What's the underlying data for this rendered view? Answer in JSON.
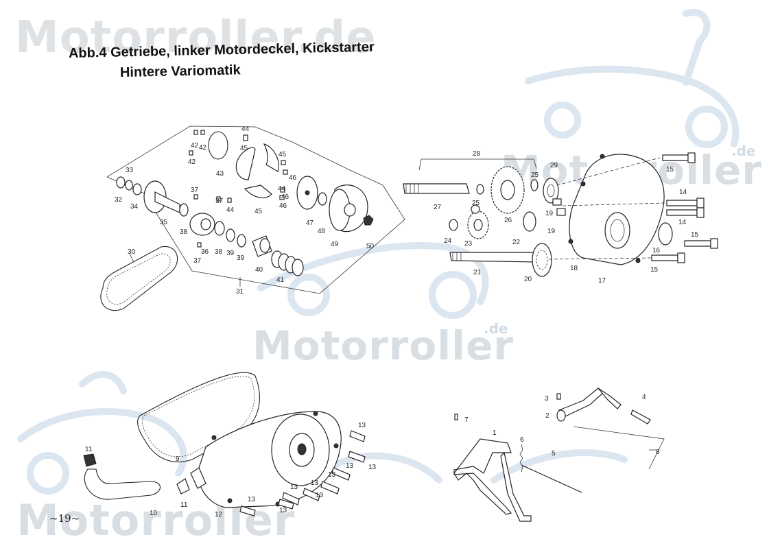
{
  "watermark": {
    "top": "Motorroller.de",
    "middle": "Motorroller",
    "right": "Motorroller",
    "bottom": "Motorroller",
    "domain_suffix": ".de"
  },
  "title": {
    "line1": "Abb.4  Getriebe,  linker Motordeckel,  Kickstarter",
    "line2": "Hintere  Variomatik"
  },
  "page_number": "~19~",
  "part_labels": {
    "p1": "1",
    "p2": "2",
    "p3": "3",
    "p4": "4",
    "p5": "5",
    "p6": "6",
    "p7": "7",
    "p8": "8",
    "p9": "9",
    "p10": "10",
    "p11a": "11",
    "p11b": "11",
    "p12": "12",
    "p13a": "13",
    "p13b": "13",
    "p13c": "13",
    "p13d": "13",
    "p13e": "13",
    "p13f": "13",
    "p13g": "13",
    "p13h": "13",
    "p13i": "13",
    "p14a": "14",
    "p14b": "14",
    "p15a": "15",
    "p15b": "15",
    "p15c": "15",
    "p16": "16",
    "p17": "17",
    "p18": "18",
    "p19a": "19",
    "p19b": "19",
    "p20": "20",
    "p21": "21",
    "p22": "22",
    "p23": "23",
    "p24": "24",
    "p25a": "25",
    "p25b": "25",
    "p26": "26",
    "p27": "27",
    "p28": "28",
    "p29": "29",
    "p30": "30",
    "p31": "31",
    "p32": "32",
    "p33": "33",
    "p34": "34",
    "p35": "35",
    "p36": "36",
    "p37a": "37",
    "p37b": "37",
    "p37c": "37",
    "p38a": "38",
    "p38b": "38",
    "p39a": "39",
    "p39b": "39",
    "p40": "40",
    "p41": "41",
    "p42a": "42",
    "p42b": "42",
    "p42c": "42",
    "p43": "43",
    "p44a": "44",
    "p44b": "44",
    "p44c": "44",
    "p45a": "45",
    "p45b": "45",
    "p45c": "45",
    "p46a": "46",
    "p46b": "46",
    "p46c": "46",
    "p47": "47",
    "p48": "48",
    "p49": "49",
    "p50": "50"
  }
}
